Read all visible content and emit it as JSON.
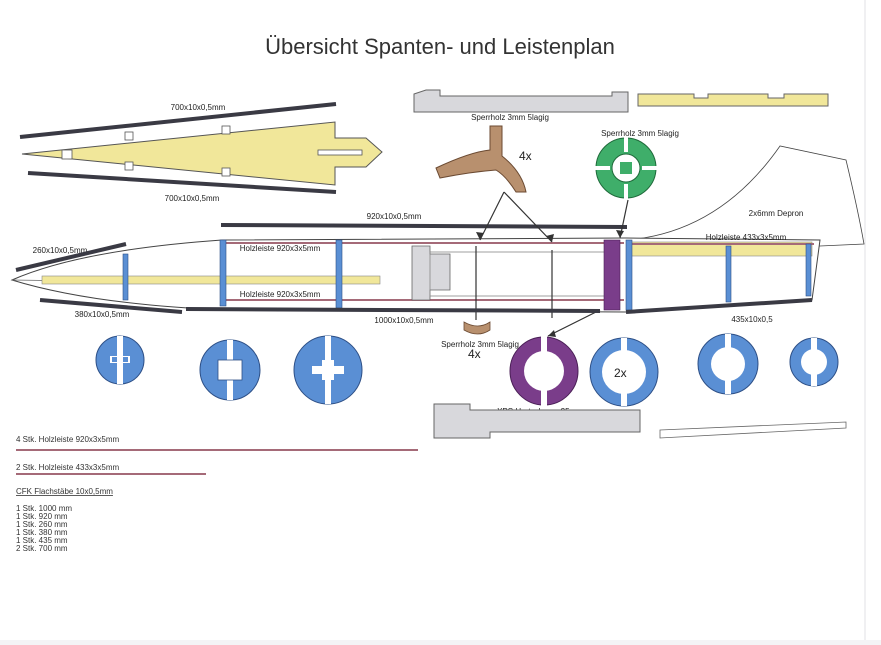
{
  "title": "Übersicht Spanten- und Leistenplan",
  "labels": {
    "spar_top": "700x10x0,5mm",
    "spar_bottom": "700x10x0,5mm",
    "sperrholz_left": "Sperrholz 3mm 5lagig",
    "sperrholz_right": "Sperrholz 3mm 5lagig",
    "sperrholz_bottom": "Sperrholz 3mm 5lagig",
    "count_4x_top": "4x",
    "count_4x_bottom": "4x",
    "count_2x": "2x",
    "depron": "2x6mm Depron",
    "top_strip": "920x10x0,5mm",
    "nose_top": "260x10x0,5mm",
    "nose_bottom": "380x10x0,5mm",
    "holz_920_top": "Holzleiste 920x3x5mm",
    "holz_920_bottom": "Holzleiste 920x3x5mm",
    "holz_433": "Holzleiste 433x3x5mm",
    "bottom_strip": "1000x10x0,5mm",
    "tail_strip": "435x10x0,5",
    "xps": "XPS Hartschaum 25mm"
  },
  "legend": {
    "line1": "4 Stk. Holzleiste 920x3x5mm",
    "line2": "2 Stk. Holzleiste 433x3x5mm",
    "cfk_heading": "CFK Flachstäbe 10x0,5mm",
    "items": [
      "1 Stk. 1000 mm",
      "1 Stk. 920 mm",
      "1 Stk. 260 mm",
      "1 Stk. 380 mm",
      "1 Stk. 435 mm",
      "2 Stk. 700 mm"
    ]
  },
  "colors": {
    "plywood": "#5a8fd4",
    "balsa": "#f1e79a",
    "pink_wood": "#a56a78",
    "brown_former": "#b8906e",
    "green_former": "#3fae6a",
    "purple_former": "#7a3d8a",
    "carbon": "#3a3a44",
    "grey_part": "#d8d8dc"
  }
}
